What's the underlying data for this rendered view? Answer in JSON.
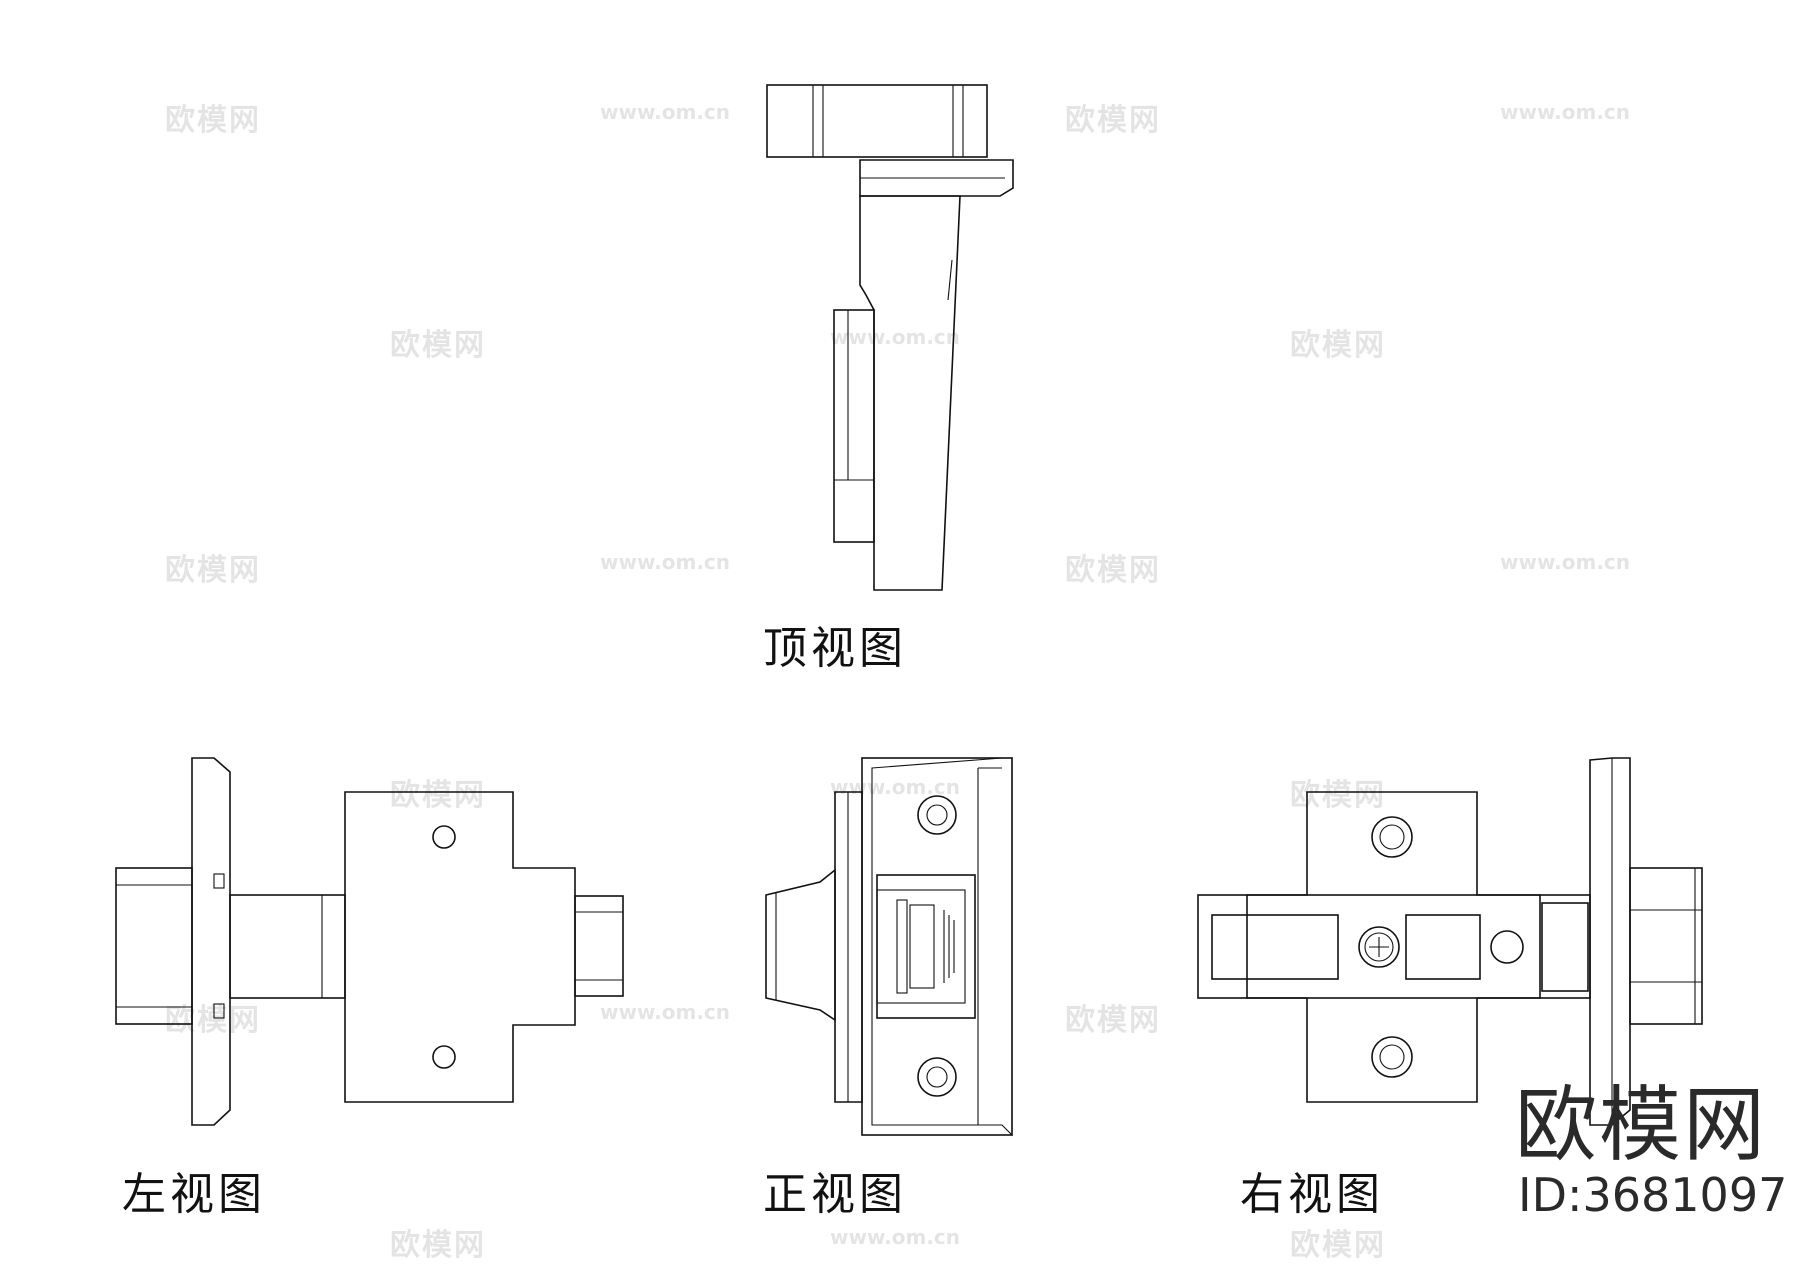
{
  "labels": {
    "top_view": "顶视图",
    "left_view": "左视图",
    "front_view": "正视图",
    "right_view": "右视图"
  },
  "watermark": {
    "brand": "欧模网",
    "id_text": "ID:3681097",
    "tile_cn": "欧模网",
    "tile_url": "www.om.cn"
  }
}
